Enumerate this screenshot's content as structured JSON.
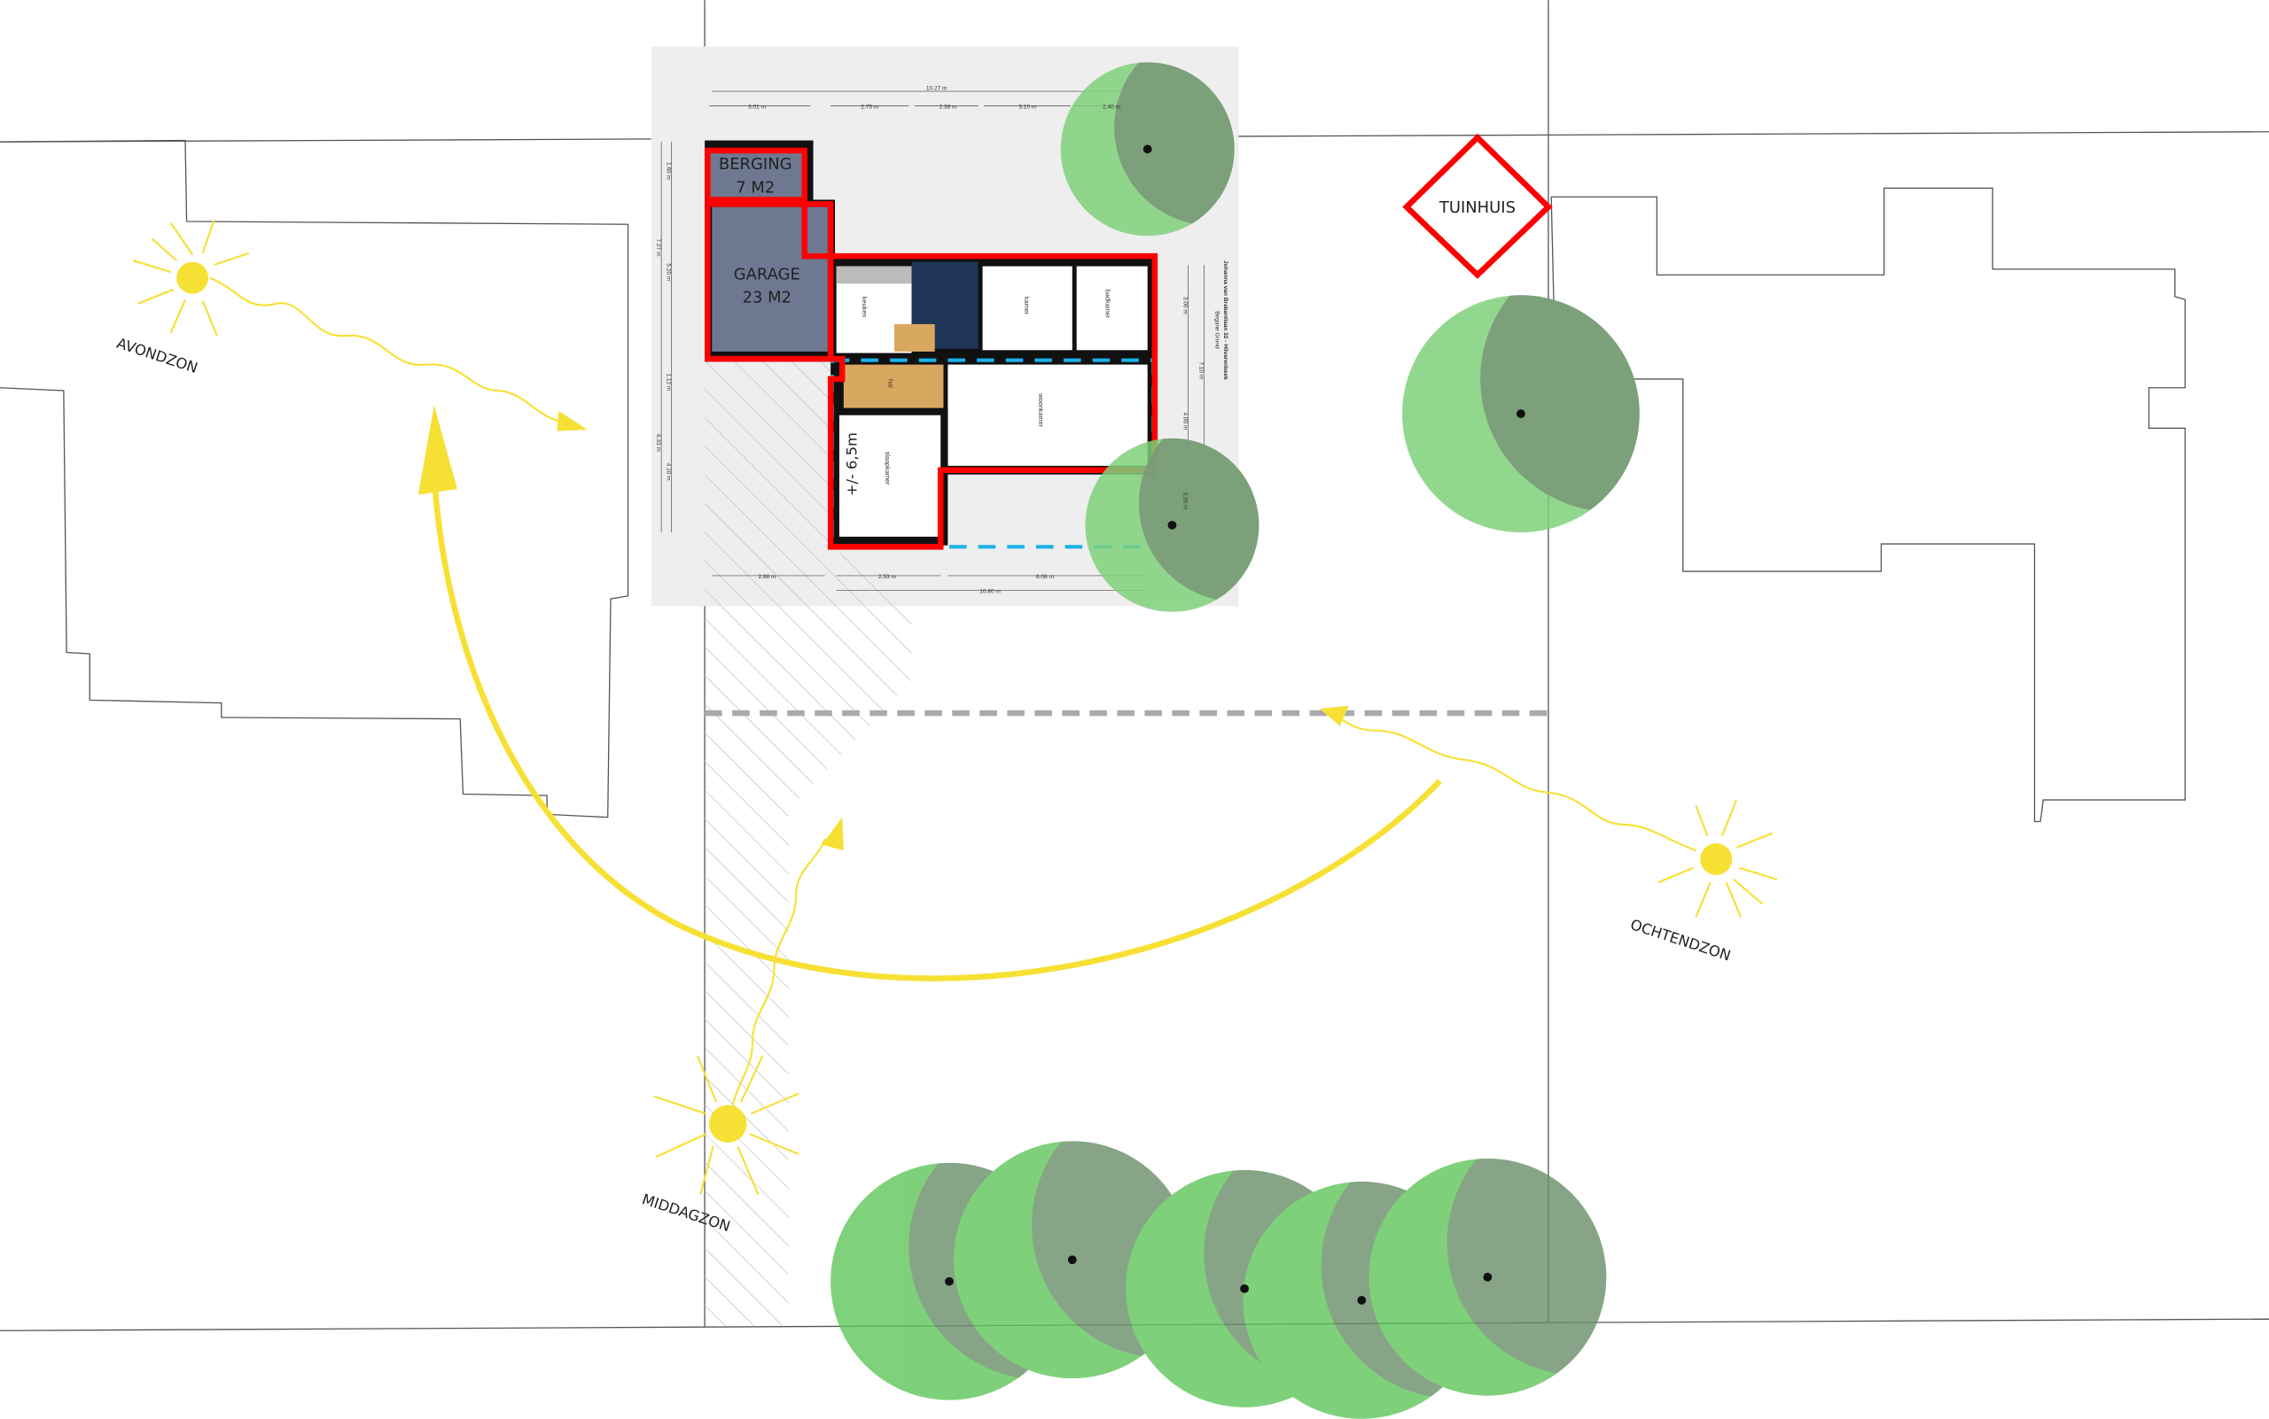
{
  "labels": {
    "berging": "BERGING",
    "berging_area": "7 M2",
    "garage": "GARAGE",
    "garage_area": "23 M2",
    "tuinhuis": "TUINHUIS",
    "avondzon": "AVONDZON",
    "ochtendzon": "OCHTENDZON",
    "middagzon": "MIDDAGZON",
    "extension_depth": "+/- 6,5m"
  },
  "floorplan": {
    "address": "Johanna van Brabantlaan 32 - Hilvarenbeek",
    "floor": "Begane Grond",
    "rooms": [
      "keuken",
      "kamer",
      "badkamer",
      "hal",
      "woonkamer",
      "slaapkamer"
    ],
    "dimensions": {
      "top_total": "10.27 m",
      "top": [
        "3.01 m",
        "2.75 m",
        "2.38 m",
        "3.10 m",
        "2.40 m"
      ],
      "left_total": "7.27 m",
      "left_total_2": "6.33 m",
      "left": [
        "1.60 m",
        "5.20 m",
        "1.12 m",
        "4.10 m"
      ],
      "right_total": "7.10 m",
      "right": [
        "3.00 m",
        "4.00 m",
        "3.20 m"
      ],
      "bottom": [
        "2.88 m",
        "2.53 m",
        "6.06 m"
      ],
      "bottom_total": "10.80 m"
    }
  },
  "colors": {
    "sun": "#f7e034",
    "outline_red": "#ff0000",
    "extension_blue": "#1ab0e8",
    "tree_green": "#7fd07a",
    "tree_shadow": "#7a9a78"
  }
}
